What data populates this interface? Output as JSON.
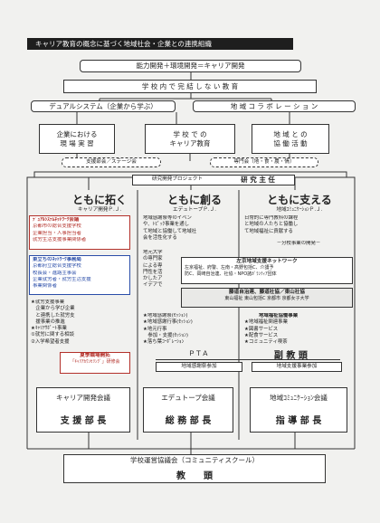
{
  "title_bar": "キャリア教育の概念に基づく地域社会・企業との連携組織",
  "formula": "能力開発＋環境開発＝キャリア開発",
  "school_goal": "学 校 内 で 完 結 し な い 教 育",
  "dual_system": "デュアルシステム（企業から学ぶ）",
  "community_collab": "地 域 コ ラ ボ レ ー シ ョ ン",
  "branch_left": [
    "企業における",
    "現 場 実 習"
  ],
  "branch_center": [
    "学 校 で の",
    "キャリア教育"
  ],
  "branch_right": [
    "地 域 と の",
    "協 働 活 動"
  ],
  "support_group": "支援部会／ステージ会",
  "specialty_group": "専門会（地・食・農・情）",
  "research_project": "研究開発プロジェクト",
  "research_chief": "研 究 主 任",
  "col_left": {
    "heading": "ともに拓く",
    "sub": "キャリア開発Ｐ.Ｊ.",
    "box1_title": "ﾃﾞｭｱﾙｼｽﾃﾑﾈｯﾄﾜｰｸ会議",
    "box1_lines": [
      "京都市の総合支援学校",
      "企業担当・人事担当者",
      "就労生活支援事業関係者"
    ],
    "box2_title": "東立ちのﾈｯﾄﾜｰｸ事務局",
    "box2_lines": [
      "京都府立総合支援学校",
      "校長会・進路主事会",
      "企業就労者・就労生活支援",
      "事業関係者"
    ],
    "list": [
      "★就労支援事業",
      "　企業から学び企業",
      "　と連携した就労支",
      "　援事業の推進",
      "★ｷｬﾘｱｻﾎﾟｰﾄ事業",
      "①就労に関する相談",
      "②入学希望者支援"
    ],
    "summer_title": "夏季職場開拓",
    "summer_sub": "「ｷｬﾘｱｶｳﾝｾﾘﾝｸﾞ」研修会",
    "council": "キャリア開発会議",
    "head": "支 援 部 長"
  },
  "col_center": {
    "heading": "ともに創る",
    "sub": "エデュトープＰ.Ｊ.",
    "text1": [
      "地域感謝祭等のイベン",
      "や、ﾄﾋﾟｯｸ事業を通し",
      "て地域と協働して地域社",
      "会を活性化する"
    ],
    "text2": [
      "地元大学",
      "の専門家",
      "による専",
      "門性を活",
      "かしたア",
      "イデアで"
    ],
    "list": [
      "★地域感謝祭(ｾｯｼｮﾝ)",
      "★地域感謝行事(ｾｯｼｮﾝ)",
      "★地元行事",
      "　参加・支援(ｾｯｼｮﾝ)",
      "★落ち葉ｺｰﾎﾟﾚｰｼｮﾝ"
    ],
    "council": "エデュトープ会議",
    "head": "総 務 部 長"
  },
  "col_right": {
    "heading": "ともに支える",
    "sub": "地域ｺﾐｭﾆｹｰｼｮﾝＰ.Ｊ.",
    "text1": [
      "日常的に専門教科の課程",
      "と地域の人たちと協働し",
      "て地域福祉に貢献する"
    ],
    "divider": "－分校事業の開発－",
    "list": [
      "★地域福祉関連事業",
      "★図書サービス",
      "★配食サービス",
      "★コミュニティ喫茶"
    ],
    "council": "地域ｺﾐｭﾆｹｰｼｮﾝ会議",
    "head": "指 導 部 長"
  },
  "network": {
    "title": "左京地域支援ネットワーク",
    "lines": [
      "左京福祉、府警、左南・高野包括C、介護予",
      "防C、岡崎自治連、社協・NPO諸ｶﾞﾗﾝﾃｨｱ団体"
    ]
  },
  "higashi": {
    "title": "藤道自治連、藤道社協／東山社協",
    "line": "東山福祉 東山包括C 京都市 京都女子大学"
  },
  "ikuno": {
    "title": "地域福祉協働事業"
  },
  "pta": {
    "label": "ＰＴＡ",
    "head": "副 教 頭",
    "left": "地域感謝祭参加",
    "right": "地域支援事業参加"
  },
  "bottom": {
    "council": "学校運営協議会（コミュニティスクール）",
    "head": "教　　頭"
  }
}
